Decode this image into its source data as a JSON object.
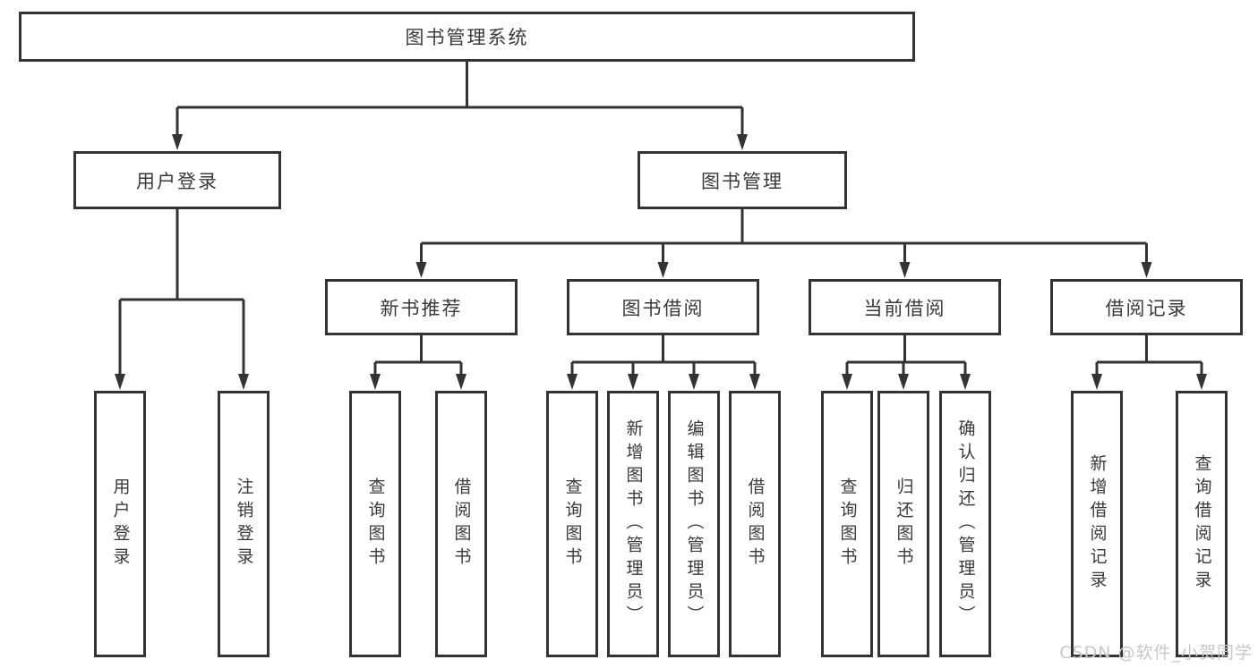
{
  "style": {
    "line_color": "#333333",
    "box_border_color": "#333333",
    "text_color": "#3a3a3a",
    "watermark_color": "#c8c8c8",
    "background": "#ffffff"
  },
  "tree": {
    "root": {
      "label": "图书管理系统"
    },
    "branches": [
      {
        "label": "用户登录",
        "children": [
          {
            "label": "用户登录"
          },
          {
            "label": "注销登录"
          }
        ]
      },
      {
        "label": "图书管理",
        "children": [
          {
            "label": "新书推荐",
            "children": [
              {
                "label": "查询图书"
              },
              {
                "label": "借阅图书"
              }
            ]
          },
          {
            "label": "图书借阅",
            "children": [
              {
                "label": "查询图书"
              },
              {
                "label": "新增图书（管理员）"
              },
              {
                "label": "编辑图书（管理员）"
              },
              {
                "label": "借阅图书"
              }
            ]
          },
          {
            "label": "当前借阅",
            "children": [
              {
                "label": "查询图书"
              },
              {
                "label": "归还图书"
              },
              {
                "label": "确认归还（管理员）"
              }
            ]
          },
          {
            "label": "借阅记录",
            "children": [
              {
                "label": "新增借阅记录"
              },
              {
                "label": "查询借阅记录"
              }
            ]
          }
        ]
      }
    ]
  },
  "watermark": {
    "text": "CSDN @软件_小贺同学"
  }
}
